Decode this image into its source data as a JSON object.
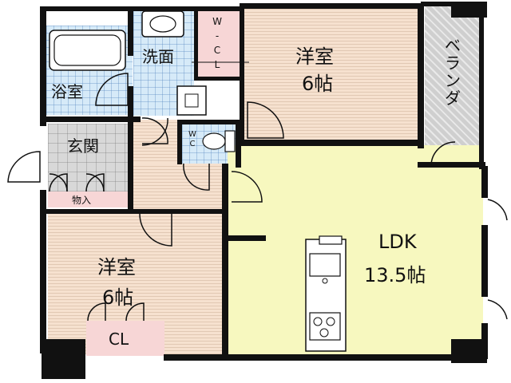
{
  "rooms": {
    "western_top": {
      "name": "洋室",
      "size": "6帖"
    },
    "western_bottom": {
      "name": "洋室",
      "size": "6帖"
    },
    "ldk": {
      "name": "LDK",
      "size": "13.5帖"
    },
    "veranda": "ベランダ",
    "washroom": "洗面",
    "bathroom": "浴室",
    "entrance": "玄関",
    "storage": "物入",
    "closet": "CL",
    "walk_in_closet": "W-CL",
    "toilet": "WC"
  }
}
